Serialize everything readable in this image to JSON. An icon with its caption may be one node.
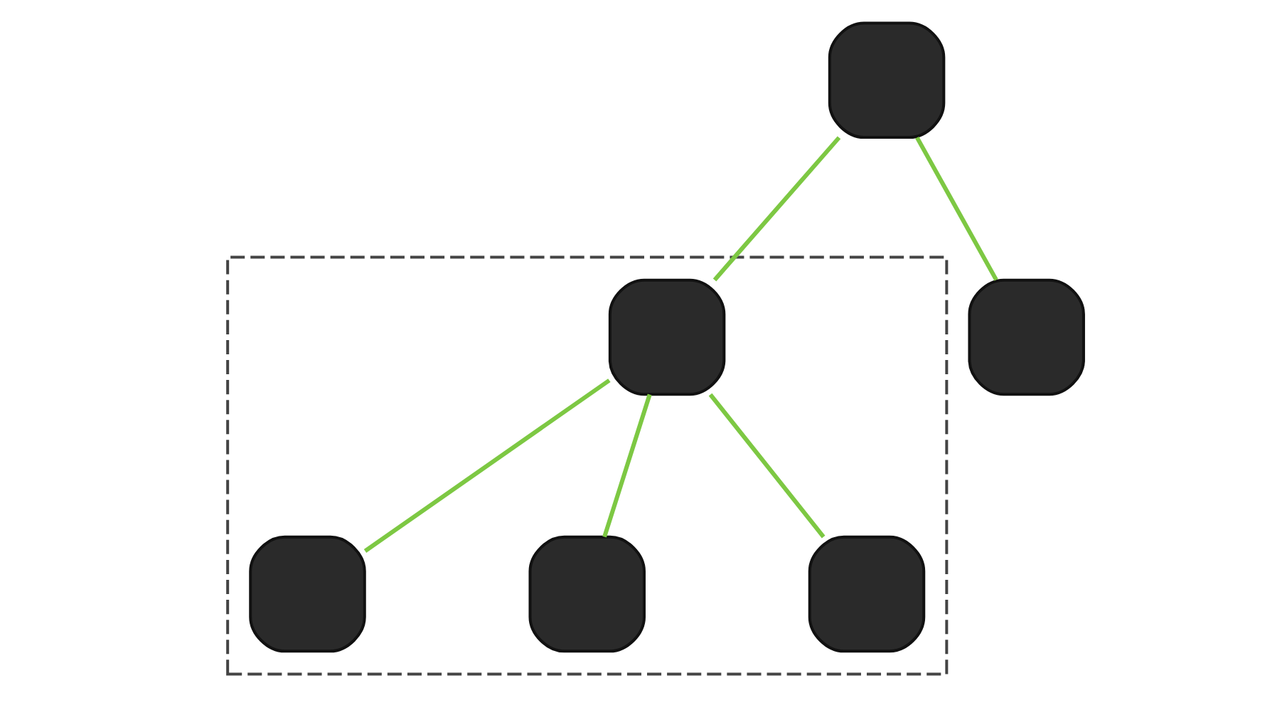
{
  "diagram": {
    "nodes": [
      {
        "text": [],
        "shape": "switch"
      },
      {
        "text": [],
        "shape": "box"
      },
      {
        "text": [],
        "shape": "switch"
      },
      {
        "text": [],
        "shape": "switch",
        "in": 1
      },
      {
        "text": [],
        "shape": "switch",
        "in": 1
      },
      {
        "text": [],
        "shape": "switch",
        "in": 1
      },
      {
        "text": [],
        "shape": "switch",
        "in": 1
      }
    ],
    "edges": [
      {
        "from": 0,
        "to": 2,
        "arrow": "none"
      },
      {
        "from": 0,
        "to": 3,
        "arrow": "none"
      },
      {
        "from": 3,
        "to": 4,
        "arrow": "none"
      },
      {
        "from": 3,
        "to": 5,
        "arrow": "none"
      },
      {
        "from": 3,
        "to": 6,
        "arrow": "none"
      }
    ]
  }
}
